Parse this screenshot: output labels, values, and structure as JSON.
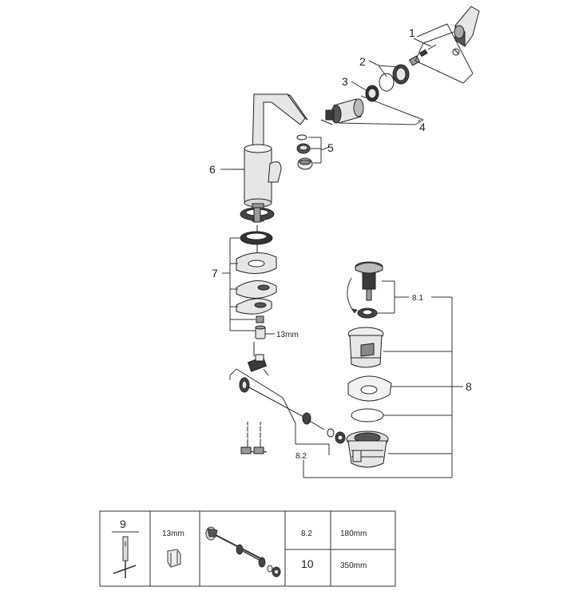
{
  "callouts": {
    "c1": "1",
    "c2": "2",
    "c3": "3",
    "c4": "4",
    "c5": "5",
    "c6": "6",
    "c7": "7",
    "c8": "8",
    "c8_1": "8.1",
    "c8_2": "8.2",
    "size_13mm": "13mm"
  },
  "legend": {
    "item9": "9",
    "size_13mm": "13mm",
    "row1_code": "8.2",
    "row1_len": "180mm",
    "row2_code": "10",
    "row2_len": "350mm"
  },
  "colors": {
    "line": "#333333",
    "dark": "#3a3a3a",
    "light": "#e6e6e6"
  }
}
